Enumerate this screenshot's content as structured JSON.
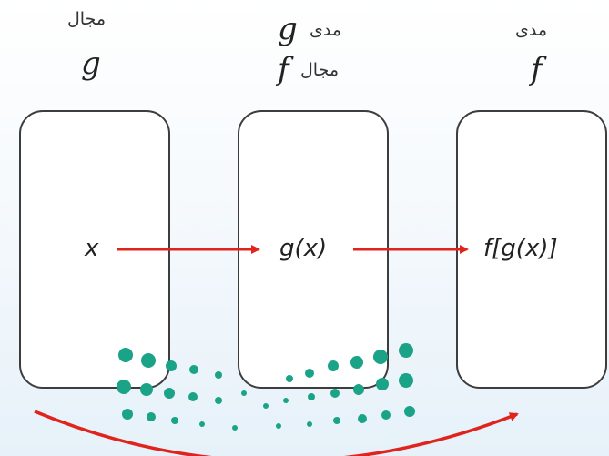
{
  "columns": {
    "g_domain": {
      "heading": "مجال",
      "symbol": "g"
    },
    "middle": {
      "range_of_g_label": "مدى",
      "range_of_g_symbol": "g",
      "domain_of_f_label": "مجال",
      "domain_of_f_symbol": "f"
    },
    "f_range": {
      "heading": "مدى",
      "symbol": "f"
    }
  },
  "expressions": {
    "input": "x",
    "middle": "g(x)",
    "output": "f[g(x)]"
  },
  "colors": {
    "arrow": "#e0231c",
    "dots": "#1aa386",
    "box_border": "#3d3d3d"
  }
}
